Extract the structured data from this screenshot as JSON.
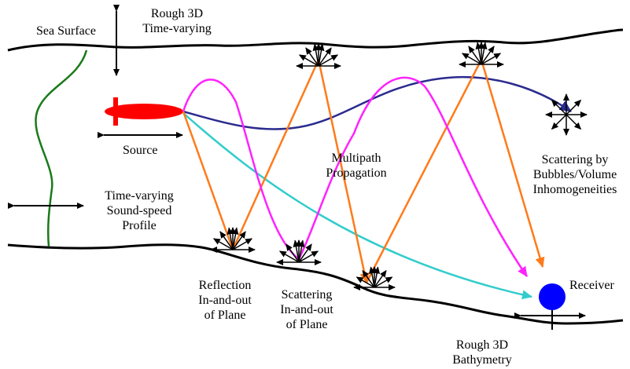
{
  "labels": {
    "sea_surface": "Sea Surface",
    "rough_surface_1": "Rough 3D",
    "rough_surface_2": "Time-varying",
    "source": "Source",
    "multipath_1": "Multipath",
    "multipath_2": "Propagation",
    "bubbles_1": "Scattering by",
    "bubbles_2": "Bubbles/Volume",
    "bubbles_3": "Inhomogeneities",
    "ssp_1": "Time-varying",
    "ssp_2": "Sound-speed",
    "ssp_3": "Profile",
    "reflection_1": "Reflection",
    "reflection_2": "In-and-out",
    "reflection_3": "of Plane",
    "scattering_1": "Scattering",
    "scattering_2": "In-and-out",
    "scattering_3": "of Plane",
    "receiver": "Receiver",
    "bathymetry_1": "Rough 3D",
    "bathymetry_2": "Bathymetry"
  },
  "colors": {
    "surface": "#000000",
    "ssp_curve": "#1a7a1a",
    "source": "#ff0000",
    "receiver": "#0000ff",
    "orange_path": "#ff7a1a",
    "magenta_path": "#ff22ff",
    "navy_path": "#2b2b8f",
    "cyan_path": "#33cccc"
  }
}
